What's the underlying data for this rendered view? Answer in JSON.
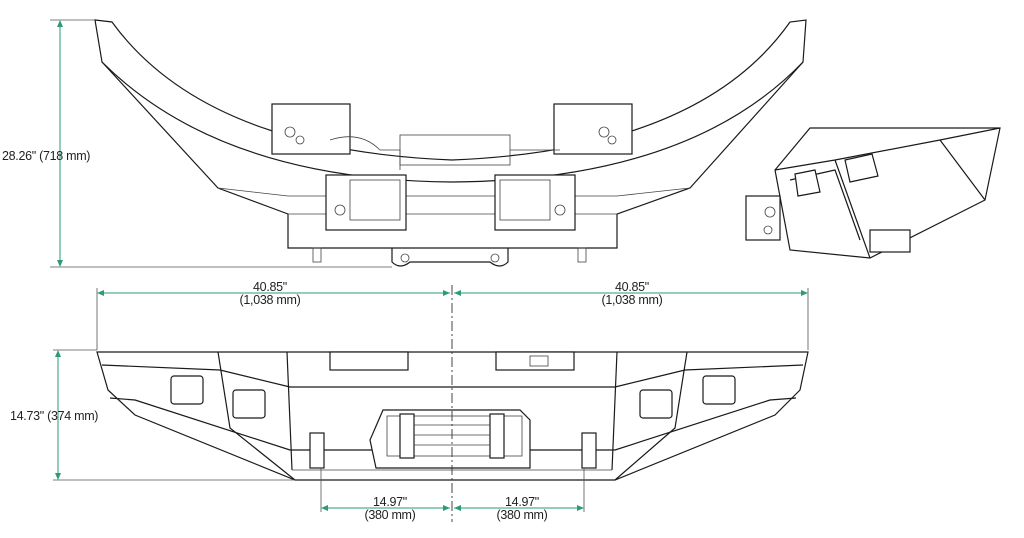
{
  "dimensions": {
    "overall_depth": "28.26\" (718 mm)",
    "half_width_left": {
      "in": "40.85\"",
      "mm": "(1,038 mm)"
    },
    "half_width_right": {
      "in": "40.85\"",
      "mm": "(1,038 mm)"
    },
    "height": "14.73\" (374 mm)",
    "mount_left": {
      "in": "14.97\"",
      "mm": "(380 mm)"
    },
    "mount_right": {
      "in": "14.97\"",
      "mm": "(380 mm)"
    }
  },
  "colors": {
    "dimension": "#2a9d75",
    "outline": "#1a1a1a"
  }
}
